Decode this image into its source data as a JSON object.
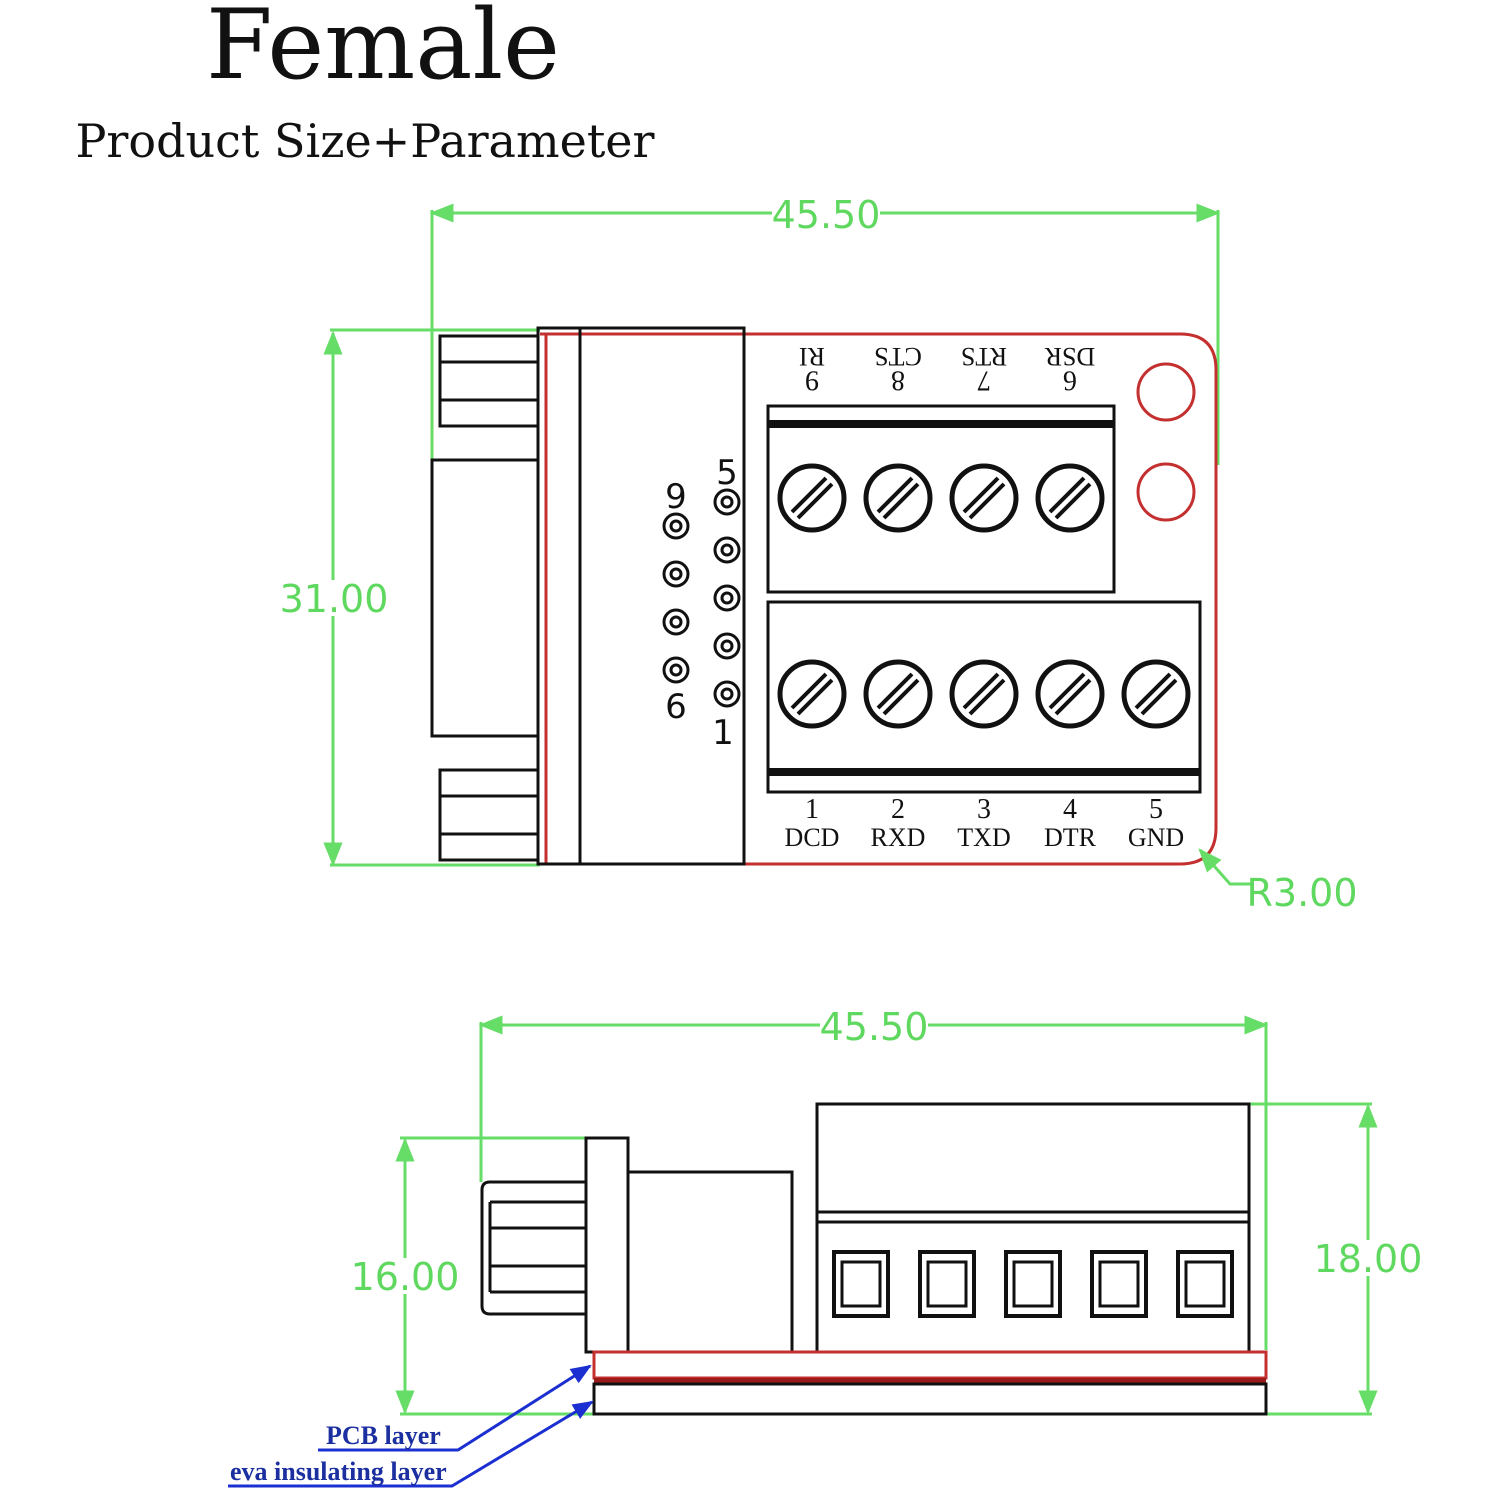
{
  "header": {
    "title": "Female",
    "subtitle": "Product Size+Parameter"
  },
  "top_view": {
    "width_dim": "45.50",
    "height_dim": "31.00",
    "radius_dim": "R3.00",
    "top_terminals": [
      {
        "num": "9",
        "name": "RI"
      },
      {
        "num": "8",
        "name": "CTS"
      },
      {
        "num": "7",
        "name": "RTS"
      },
      {
        "num": "6",
        "name": "DSR"
      }
    ],
    "bottom_terminals": [
      {
        "num": "1",
        "name": "DCD"
      },
      {
        "num": "2",
        "name": "RXD"
      },
      {
        "num": "3",
        "name": "TXD"
      },
      {
        "num": "4",
        "name": "DTR"
      },
      {
        "num": "5",
        "name": "GND"
      }
    ],
    "db9_labels": {
      "top_right": "5",
      "top_left": "9",
      "bottom_left": "6",
      "bottom_right": "1"
    }
  },
  "side_view": {
    "width_dim": "45.50",
    "left_height_dim": "16.00",
    "right_height_dim": "18.00",
    "pcb_layer_label": "PCB layer",
    "eva_layer_label": "eva insulating layer"
  },
  "colors": {
    "dimension": "#66dd66",
    "pcb_outline": "#c43030",
    "layer_callout": "#1c2fd0",
    "line": "#111111"
  }
}
